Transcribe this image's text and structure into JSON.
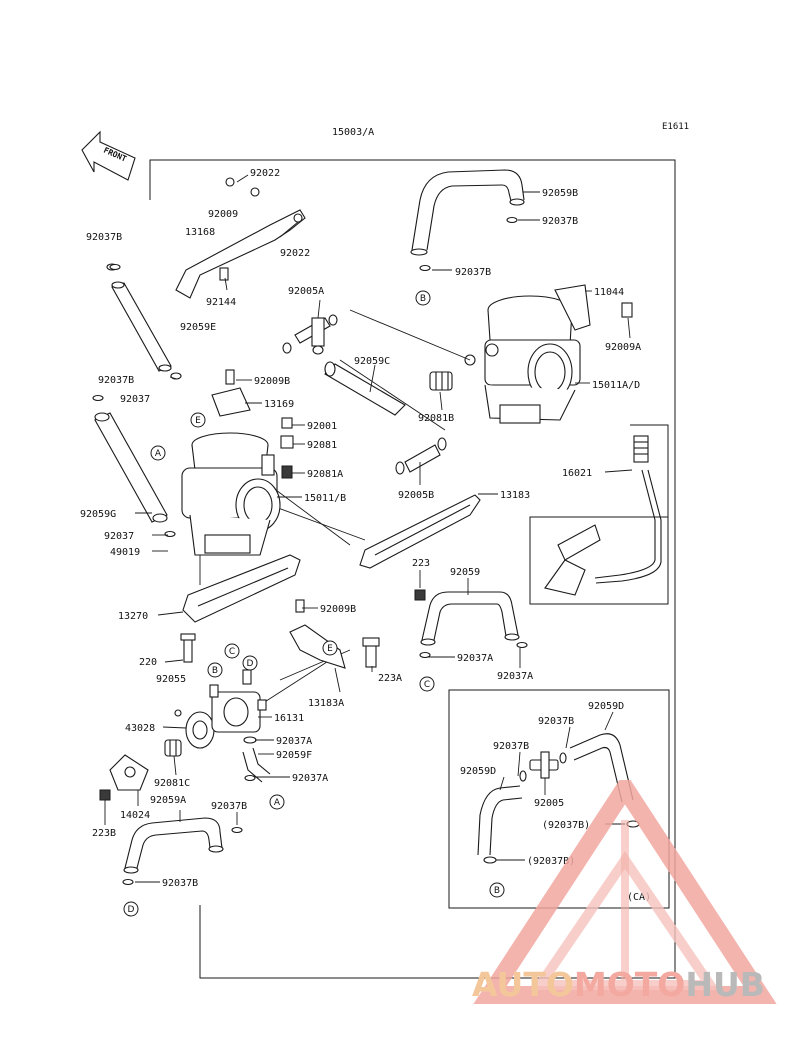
{
  "header": {
    "assembly_code": "15003/A",
    "diagram_code": "E1611",
    "front_label": "FRONT"
  },
  "labels": {
    "l92022a": "92022",
    "l92009": "92009",
    "l13168": "13168",
    "l92022b": "92022",
    "l92144": "92144",
    "l92059e": "92059E",
    "l92037b_1": "92037B",
    "l92059b": "92059B",
    "l92037b_2": "92037B",
    "l92037b_3": "92037B",
    "l11044": "11044",
    "l92009a": "92009A",
    "l92005a": "92005A",
    "l92059c": "92059C",
    "l15011ad": "15011A/D",
    "l92081b": "92081B",
    "l92037b_4": "92037B",
    "l92009b": "92009B",
    "l92037": "92037",
    "l13169": "13169",
    "l92001": "92001",
    "l92081": "92081",
    "l92081a": "92081A",
    "l15011b": "15011/B",
    "l92005b": "92005B",
    "l16021": "16021",
    "l92059g": "92059G",
    "l92037_2": "92037",
    "l49019": "49019",
    "l13183": "13183",
    "l223": "223",
    "l92059": "92059",
    "l13270": "13270",
    "l92009b_2": "92009B",
    "l220": "220",
    "l92055": "92055",
    "l92037a_1": "92037A",
    "l92037a_2": "92037A",
    "l223a": "223A",
    "l13183a": "13183A",
    "l43028": "43028",
    "l16131": "16131",
    "l92037a_3": "92037A",
    "l92059f": "92059F",
    "l92037a_4": "92037A",
    "l92081c": "92081C",
    "l92059d_1": "92059D",
    "l92037b_5": "92037B",
    "l92037b_6": "92037B",
    "l92059d_2": "92059D",
    "l92005": "92005",
    "l92037b_7": "(92037B)",
    "l92037b_8": "(92037B)",
    "l14024": "14024",
    "l223b": "223B",
    "l92059a": "92059A",
    "l92037b_9": "92037B",
    "l92037b_10": "92037B",
    "l_ca": "(CA)"
  },
  "callouts": {
    "a1": "A",
    "a2": "A",
    "b1": "B",
    "b2": "B",
    "b3": "B",
    "c1": "C",
    "c2": "C",
    "d1": "D",
    "d2": "D",
    "e1": "E",
    "e2": "E"
  },
  "watermark": {
    "part1": "AUTO",
    "part2": "MOTO",
    "part3": "HUB"
  },
  "colors": {
    "line": "#1a1a1a",
    "background": "#ffffff",
    "watermark_red": "#e8332a",
    "watermark_orange": "#f08a1e",
    "watermark_gray": "#8a8a8a"
  }
}
